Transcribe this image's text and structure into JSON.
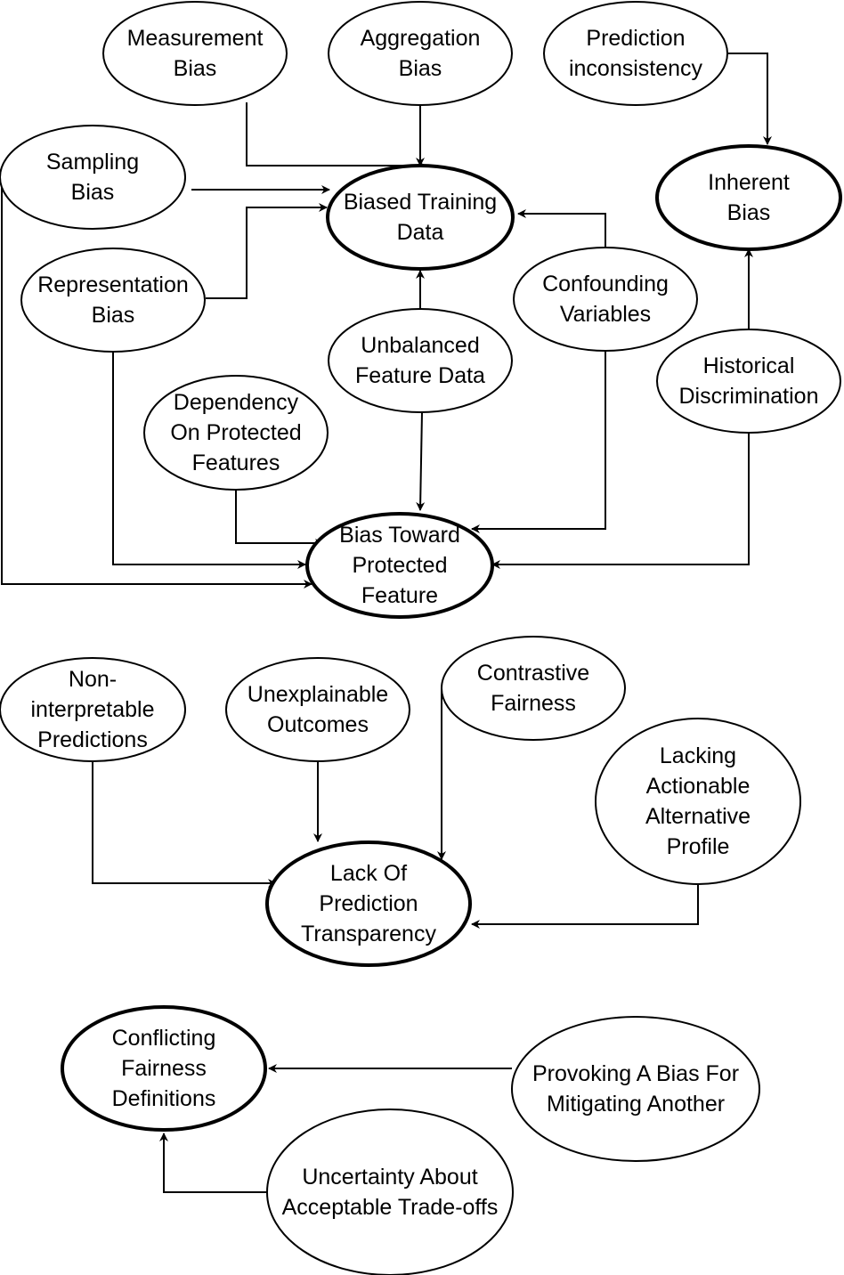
{
  "diagram": {
    "stroke_color": "#000000",
    "background": "#ffffff",
    "nodes": [
      {
        "id": "measurement-bias",
        "lines": [
          "Measurement",
          "Bias"
        ],
        "primary": false
      },
      {
        "id": "aggregation-bias",
        "lines": [
          "Aggregation",
          "Bias"
        ],
        "primary": false
      },
      {
        "id": "prediction-inconsistency",
        "lines": [
          "Prediction",
          "inconsistency"
        ],
        "primary": false
      },
      {
        "id": "sampling-bias",
        "lines": [
          "Sampling",
          "Bias"
        ],
        "primary": false
      },
      {
        "id": "biased-training-data",
        "lines": [
          "Biased Training",
          "Data"
        ],
        "primary": true
      },
      {
        "id": "inherent-bias",
        "lines": [
          "Inherent",
          "Bias"
        ],
        "primary": true
      },
      {
        "id": "representation-bias",
        "lines": [
          "Representation",
          "Bias"
        ],
        "primary": false
      },
      {
        "id": "confounding-variables",
        "lines": [
          "Confounding",
          "Variables"
        ],
        "primary": false
      },
      {
        "id": "unbalanced-feature-data",
        "lines": [
          "Unbalanced",
          "Feature Data"
        ],
        "primary": false
      },
      {
        "id": "historical-discrimination",
        "lines": [
          "Historical",
          "Discrimination"
        ],
        "primary": false
      },
      {
        "id": "dependency-on-protected-features",
        "lines": [
          "Dependency",
          "On Protected",
          "Features"
        ],
        "primary": false
      },
      {
        "id": "bias-toward-protected-feature",
        "lines": [
          "Bias Toward",
          "Protected",
          "Feature"
        ],
        "primary": true
      },
      {
        "id": "non-interpretable-predictions",
        "lines": [
          "Non-",
          "interpretable",
          "Predictions"
        ],
        "primary": false
      },
      {
        "id": "unexplainable-outcomes",
        "lines": [
          "Unexplainable",
          "Outcomes"
        ],
        "primary": false
      },
      {
        "id": "contrastive-fairness",
        "lines": [
          "Contrastive",
          "Fairness"
        ],
        "primary": false
      },
      {
        "id": "lacking-actionable-alternative-profile",
        "lines": [
          "Lacking",
          "Actionable",
          "Alternative",
          "Profile"
        ],
        "primary": false
      },
      {
        "id": "lack-of-prediction-transparency",
        "lines": [
          "Lack Of",
          "Prediction",
          "Transparency"
        ],
        "primary": true
      },
      {
        "id": "conflicting-fairness-definitions",
        "lines": [
          "Conflicting",
          "Fairness",
          "Definitions"
        ],
        "primary": true
      },
      {
        "id": "provoking-a-bias-for-mitigating-another",
        "lines": [
          "Provoking A Bias For",
          "Mitigating Another"
        ],
        "primary": false
      },
      {
        "id": "uncertainty-about-acceptable-trade-offs",
        "lines": [
          "Uncertainty About",
          "Acceptable Trade-offs"
        ],
        "primary": false
      }
    ],
    "edges": [
      {
        "from": "measurement-bias",
        "to": "biased-training-data"
      },
      {
        "from": "aggregation-bias",
        "to": "biased-training-data"
      },
      {
        "from": "sampling-bias",
        "to": "biased-training-data"
      },
      {
        "from": "representation-bias",
        "to": "biased-training-data"
      },
      {
        "from": "unbalanced-feature-data",
        "to": "biased-training-data"
      },
      {
        "from": "confounding-variables",
        "to": "biased-training-data"
      },
      {
        "from": "prediction-inconsistency",
        "to": "inherent-bias"
      },
      {
        "from": "historical-discrimination",
        "to": "inherent-bias"
      },
      {
        "from": "unbalanced-feature-data",
        "to": "bias-toward-protected-feature"
      },
      {
        "from": "dependency-on-protected-features",
        "to": "bias-toward-protected-feature"
      },
      {
        "from": "representation-bias",
        "to": "bias-toward-protected-feature"
      },
      {
        "from": "sampling-bias",
        "to": "bias-toward-protected-feature"
      },
      {
        "from": "confounding-variables",
        "to": "bias-toward-protected-feature"
      },
      {
        "from": "historical-discrimination",
        "to": "bias-toward-protected-feature"
      },
      {
        "from": "non-interpretable-predictions",
        "to": "lack-of-prediction-transparency"
      },
      {
        "from": "unexplainable-outcomes",
        "to": "lack-of-prediction-transparency"
      },
      {
        "from": "contrastive-fairness",
        "to": "lack-of-prediction-transparency"
      },
      {
        "from": "lacking-actionable-alternative-profile",
        "to": "lack-of-prediction-transparency"
      },
      {
        "from": "provoking-a-bias-for-mitigating-another",
        "to": "conflicting-fairness-definitions"
      },
      {
        "from": "uncertainty-about-acceptable-trade-offs",
        "to": "conflicting-fairness-definitions"
      }
    ]
  }
}
